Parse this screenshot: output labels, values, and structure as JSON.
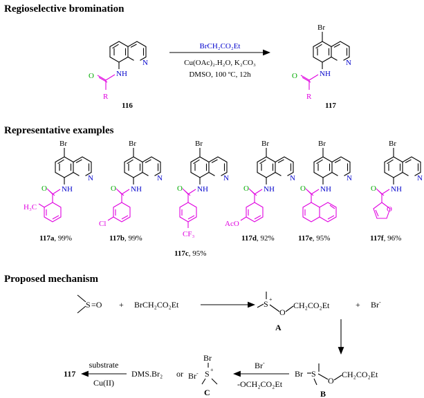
{
  "headers": {
    "section1": "Regioselective bromination",
    "section2": "Representative examples",
    "section3": "Proposed mechanism"
  },
  "reaction": {
    "reagent": "BrCH₂CO₂Et",
    "conditions_line1": "Cu(OAc)₂.H₂O, K₂CO₃",
    "conditions_line2": "DMSO, 100 ºC, 12h",
    "substrate_label": "116",
    "product_label": "117",
    "atoms": {
      "O": "O",
      "NH": "NH",
      "N": "N",
      "R": "R",
      "Br": "Br"
    }
  },
  "examples": [
    {
      "id": "117a",
      "yield": ", 99%",
      "subst": "H₃C"
    },
    {
      "id": "117b",
      "yield": ", 99%",
      "subst": "Cl"
    },
    {
      "id": "117c",
      "yield": ", 95%",
      "subst": "CF₃"
    },
    {
      "id": "117d",
      "yield": ", 92%",
      "subst": "AcO"
    },
    {
      "id": "117e",
      "yield": ", 95%",
      "subst": ""
    },
    {
      "id": "117f",
      "yield": ", 96%",
      "subst": "O"
    }
  ],
  "mechanism": {
    "dmso_S": "S",
    "dmso_O": "=O",
    "plus1": "+",
    "reagent": "BrCH₂CO₂Et",
    "A_formula": "CH₂CO₂Et",
    "A_S": "S",
    "A_O": "O",
    "plus2": "+",
    "bromide": "Br",
    "label_A": "A",
    "B_Br": "Br",
    "B_S": "S",
    "B_O": "O",
    "B_formula": "CH₂CO₂Et",
    "label_B": "B",
    "step_top": "Br",
    "step_bottom": "-OCH₂CO₂Et",
    "C_Br_top": "Br",
    "C_Br_left": "Br",
    "C_S": "S",
    "label_C": "C",
    "or": "or",
    "dms": "DMS.Br₂",
    "final_top": "substrate",
    "final_bottom": "Cu(II)",
    "product": "117"
  }
}
